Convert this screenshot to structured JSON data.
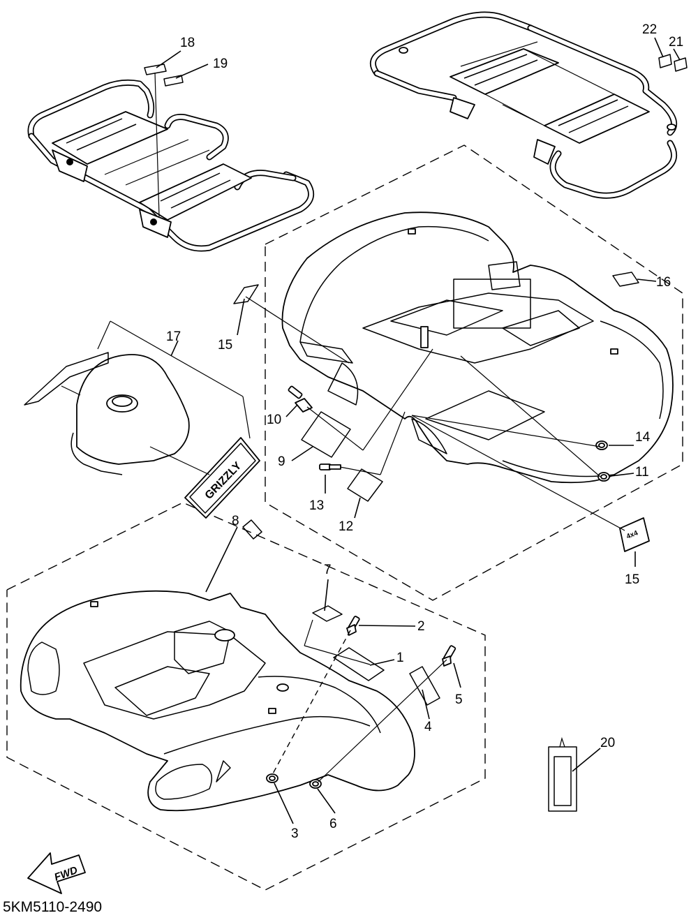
{
  "diagram_code": "5KM5110-2490",
  "fwd_label": "FWD",
  "emblem_text": "GRIZZLY",
  "decal_4x4_text": "4x4",
  "callouts": [
    {
      "id": "c1",
      "label": "1"
    },
    {
      "id": "c2",
      "label": "2"
    },
    {
      "id": "c3",
      "label": "3"
    },
    {
      "id": "c4",
      "label": "4"
    },
    {
      "id": "c5",
      "label": "5"
    },
    {
      "id": "c6",
      "label": "6"
    },
    {
      "id": "c7",
      "label": "7"
    },
    {
      "id": "c8",
      "label": "8"
    },
    {
      "id": "c9",
      "label": "9"
    },
    {
      "id": "c10",
      "label": "10"
    },
    {
      "id": "c11",
      "label": "11"
    },
    {
      "id": "c12",
      "label": "12"
    },
    {
      "id": "c13",
      "label": "13"
    },
    {
      "id": "c14",
      "label": "14"
    },
    {
      "id": "c15a",
      "label": "15"
    },
    {
      "id": "c15b",
      "label": "15"
    },
    {
      "id": "c16",
      "label": "16"
    },
    {
      "id": "c17",
      "label": "17"
    },
    {
      "id": "c18",
      "label": "18"
    },
    {
      "id": "c19",
      "label": "19"
    },
    {
      "id": "c20",
      "label": "20"
    },
    {
      "id": "c21",
      "label": "21"
    },
    {
      "id": "c22",
      "label": "22"
    }
  ]
}
